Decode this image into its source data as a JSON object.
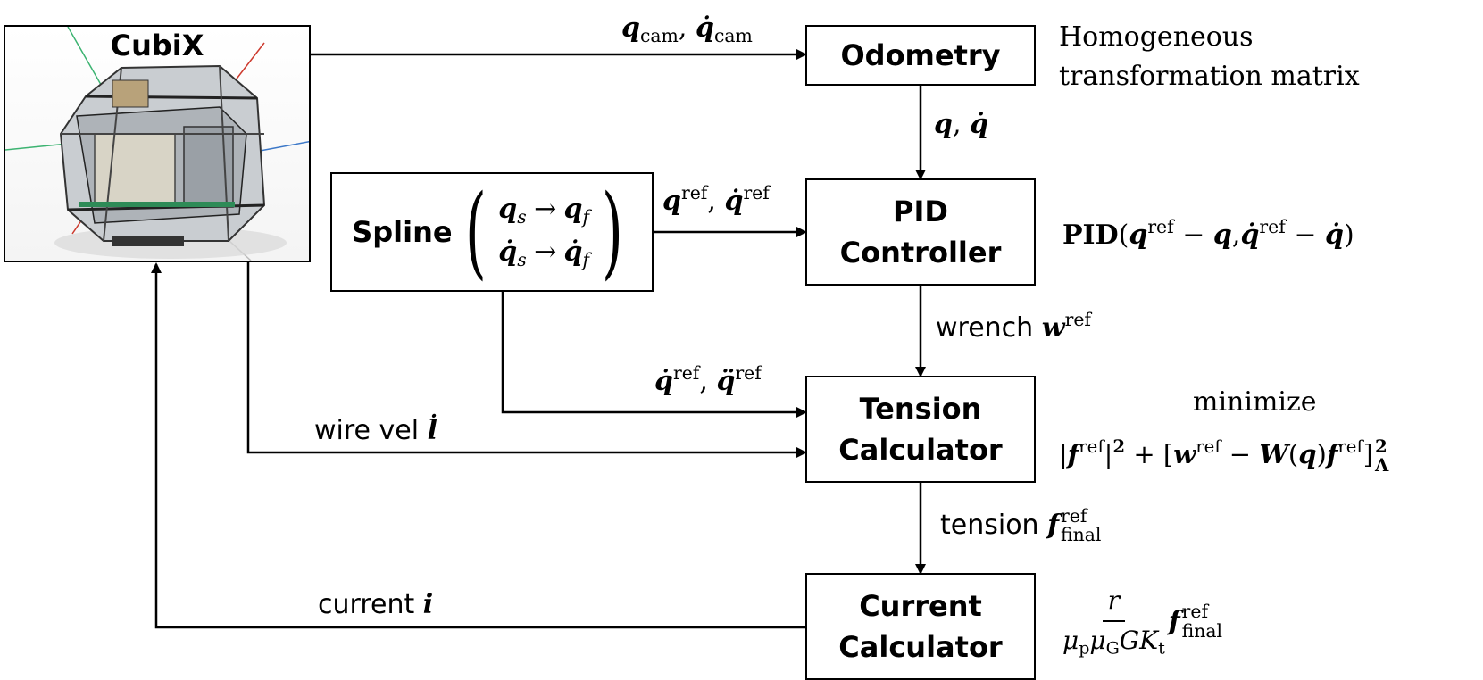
{
  "robot": {
    "title": "CubiX",
    "image": "cubix-robot-render"
  },
  "boxes": {
    "odometry": {
      "line1": "Odometry"
    },
    "pid": {
      "line1": "PID",
      "line2": "Controller"
    },
    "tension": {
      "line1": "Tension",
      "line2": "Calculator"
    },
    "current": {
      "line1": "Current",
      "line2": "Calculator"
    }
  },
  "spline": {
    "word": "Spline",
    "row1": {
      "from": "q",
      "from_sub": "s",
      "arrow": "→",
      "to": "q",
      "to_sub": "f"
    },
    "row2": {
      "from": "q̇",
      "from_sub": "s",
      "arrow": "→",
      "to": "q̇",
      "to_sub": "f"
    }
  },
  "arrows": {
    "cam": {
      "q": "q",
      "q_sub": "cam",
      "sep": ",",
      "qd": "q̇",
      "qd_sub": "cam"
    },
    "odom_out": {
      "q": "q",
      "sep": ",",
      "qd": "q̇"
    },
    "spline_to_pid": {
      "q": "q",
      "q_sup": "ref",
      "sep": ",",
      "qd": "q̇",
      "qd_sup": "ref"
    },
    "wrench": {
      "word": "wrench",
      "sym": "w",
      "sup": "ref"
    },
    "spline_to_tension": {
      "qd": "q̇",
      "qd_sup": "ref",
      "sep": ",",
      "qdd": "q̈",
      "qdd_sup": "ref"
    },
    "wire": {
      "word": "wire vel",
      "sym": "l̇"
    },
    "tension_out": {
      "word": "tension",
      "sym": "f",
      "sup": "ref",
      "sub": "final"
    },
    "current_out": {
      "word": "current",
      "sym": "i"
    }
  },
  "notes": {
    "odometry": {
      "line1": "Homogeneous",
      "line2": "transformation matrix"
    },
    "pid": {
      "fn": "PID",
      "open": "(",
      "q": "q",
      "q_sup": "ref",
      "minus1": " − ",
      "q2": "q",
      "sep": ",",
      "qd": "q̇",
      "qd_sup": "ref",
      "minus2": " − ",
      "qd2": "q̇",
      "close": ")"
    },
    "tension": {
      "title": "minimize",
      "bar_open": "|",
      "f": "f",
      "f_sup": "ref",
      "bar_close": "|",
      "sq": "2",
      "plus": " + ",
      "br_open": "[",
      "w": "w",
      "w_sup": "ref",
      "minus": " − ",
      "W": "W",
      "paren_open": "(",
      "q": "q",
      "paren_close": ")",
      "f2": "f",
      "f2_sup": "ref",
      "br_close": "]",
      "lambda": "Λ",
      "sq2": "2"
    },
    "current": {
      "num": "r",
      "den": "μ",
      "den_p": "p",
      "den_mu2": "μ",
      "den_g": "G",
      "den_G": "G",
      "den_K": "K",
      "den_t": "t",
      "f": "f",
      "f_sup": "ref",
      "f_sub": "final"
    }
  }
}
